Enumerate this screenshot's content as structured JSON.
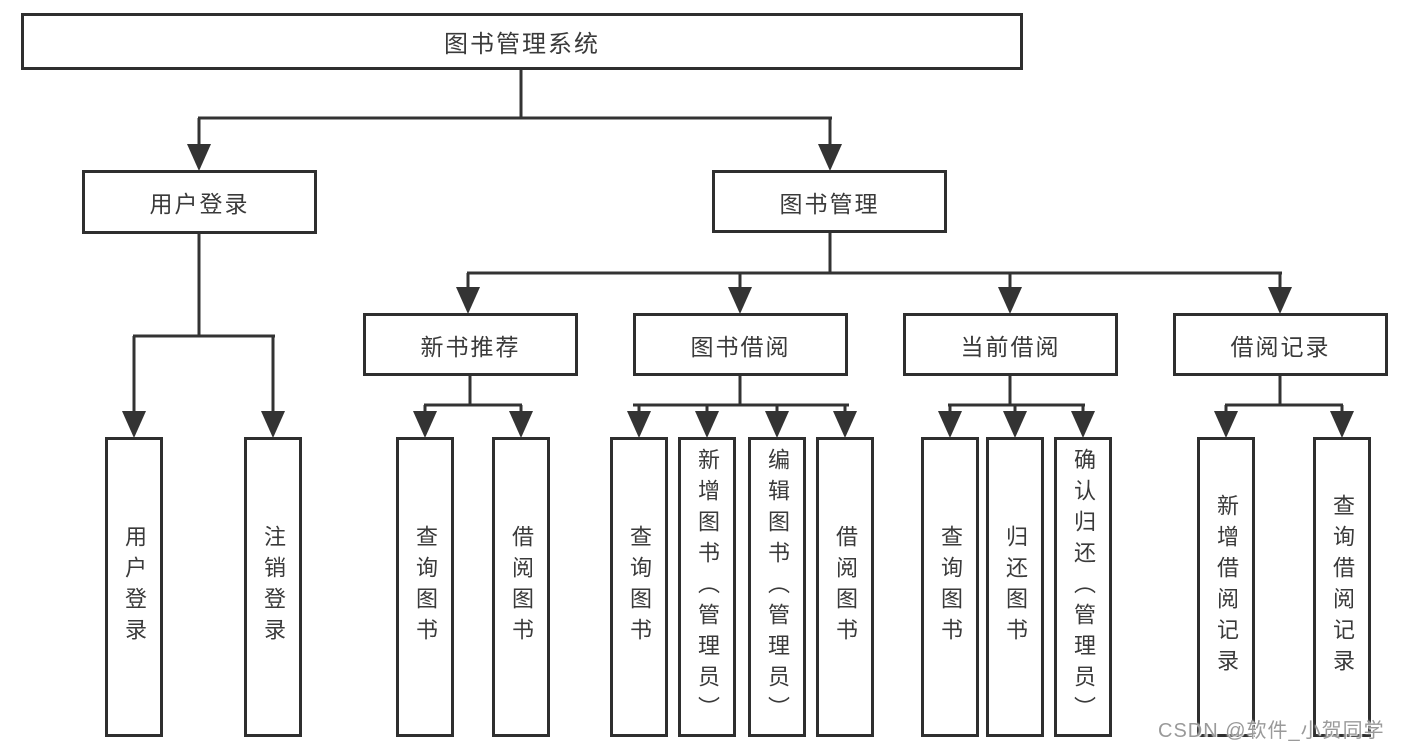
{
  "diagram": {
    "root": {
      "label": "图书管理系统"
    },
    "branches": [
      {
        "label": "用户登录",
        "children": [
          "用户登录",
          "注销登录"
        ]
      },
      {
        "label": "图书管理",
        "groups": [
          {
            "label": "新书推荐",
            "children": [
              "查询图书",
              "借阅图书"
            ]
          },
          {
            "label": "图书借阅",
            "children": [
              "查询图书",
              "新增图书（管理员）",
              "编辑图书（管理员）",
              "借阅图书"
            ]
          },
          {
            "label": "当前借阅",
            "children": [
              "查询图书",
              "归还图书",
              "确认归还（管理员）"
            ]
          },
          {
            "label": "借阅记录",
            "children": [
              "新增借阅记录",
              "查询借阅记录"
            ]
          }
        ]
      }
    ],
    "watermark": "CSDN @软件_小贺同学",
    "colors": {
      "line": "#333333",
      "border": "#2f2f2f",
      "text": "#3a3a3a",
      "background": "#ffffff",
      "watermark": "#9a9a9a"
    }
  }
}
